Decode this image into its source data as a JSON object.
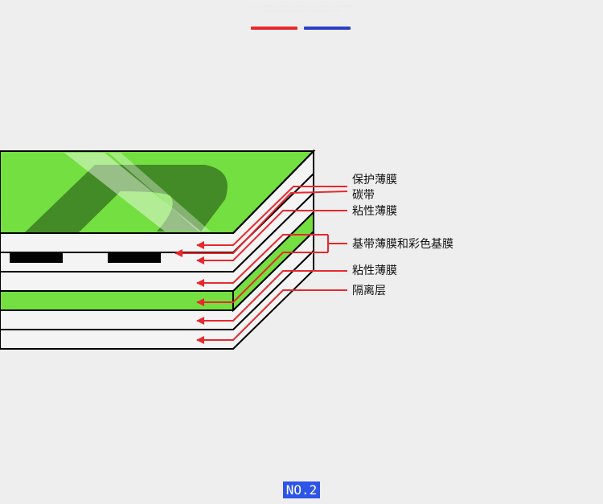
{
  "header": {
    "fine_print_lines": [
      "··· ·········· ········· ···· ··········· ······· ········ ····· ·········· ······ ········· ······· ···········",
      "········· ······· ·········· ······ ··········· ········ ········· ······ ··········"
    ],
    "accent_colors": [
      "#e8282d",
      "#2c3fc4"
    ]
  },
  "diagram": {
    "layer_colors": {
      "top_film": "#74df40",
      "green_base": "#74df40",
      "white": "#f4f4f4",
      "outline": "#000000",
      "callout": "#e8282d"
    },
    "labels": [
      {
        "id": "protective-film",
        "text": "保护薄膜"
      },
      {
        "id": "carbon-tape",
        "text": "碳带"
      },
      {
        "id": "adhesive-film-top",
        "text": "粘性薄膜"
      },
      {
        "id": "base-and-color-film",
        "text": "基带薄膜和彩色基膜"
      },
      {
        "id": "adhesive-film-bottom",
        "text": "粘性薄膜"
      },
      {
        "id": "release-layer",
        "text": "隔离层"
      }
    ]
  },
  "footer": {
    "badge": "NO.2"
  }
}
